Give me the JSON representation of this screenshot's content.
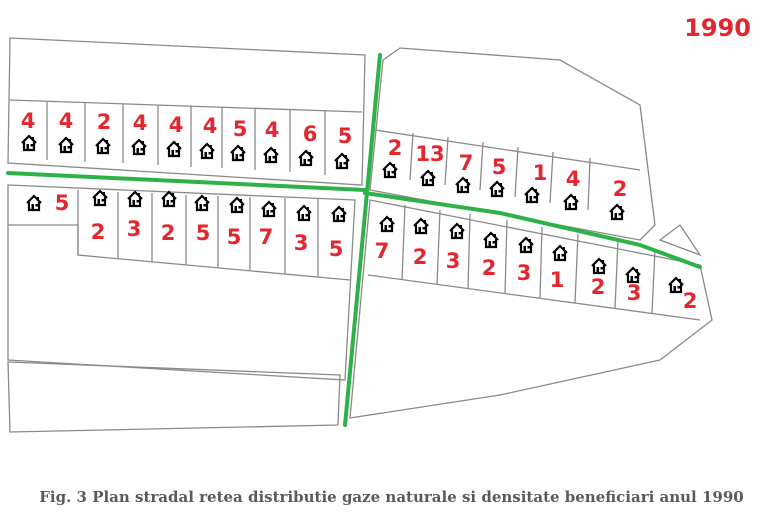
{
  "year": "1990",
  "caption": "Fig. 3 Plan stradal retea distributie gaze naturale si densitate beneficiari anul 1990",
  "colors": {
    "numbers": "#e3262f",
    "roads": "#2db24a",
    "outlines": "#8a8a8a"
  },
  "icons": {
    "dwelling": "house-icon"
  },
  "blocks": {
    "top_left_row": [
      "4",
      "4",
      "2",
      "4",
      "4",
      "4",
      "5",
      "4",
      "6",
      "5"
    ],
    "top_right_row": [
      "2",
      "13",
      "7",
      "5",
      "1",
      "4",
      "2"
    ],
    "bottom_left_row": [
      "5",
      "2",
      "3",
      "2",
      "5",
      "5",
      "7",
      "3",
      "5"
    ],
    "bottom_right_row": [
      "7",
      "2",
      "3",
      "2",
      "3",
      "1",
      "2",
      "3",
      "2"
    ]
  }
}
